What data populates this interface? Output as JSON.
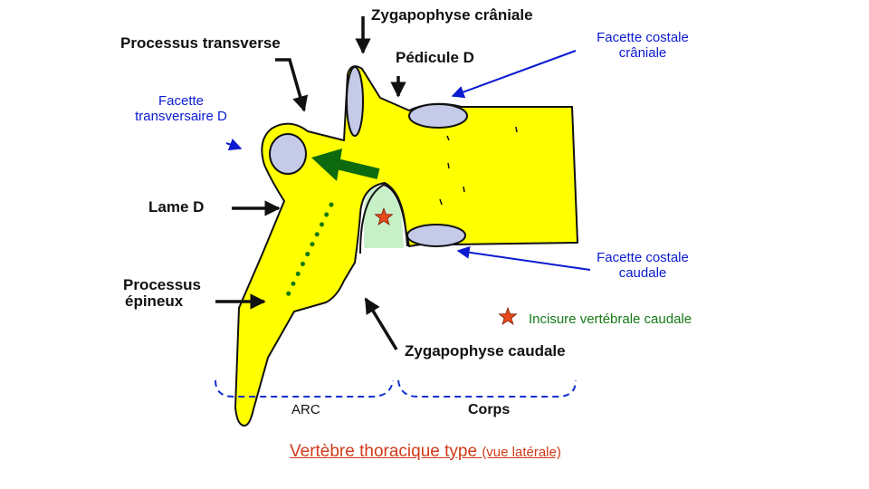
{
  "labels": {
    "zygapophyse_craniale": "Zygapophyse crâniale",
    "processus_transverse": "Processus transverse",
    "pedicule": "Pédicule D",
    "facette_costale_craniale_1": "Facette costale",
    "facette_costale_craniale_2": "crâniale",
    "facette_transversaire_1": "Facette",
    "facette_transversaire_2": "transversaire D",
    "lame": "Lame D",
    "processus_epineux_1": "Processus",
    "processus_epineux_2": "épineux",
    "facette_costale_caudale_1": "Facette costale",
    "facette_costale_caudale_2": "caudale",
    "incisure": "Incisure vertébrale caudale",
    "zygapophyse_caudale": "Zygapophyse caudale",
    "arc": "ARC",
    "corps": "Corps",
    "title_main": "Vertèbre thoracique type",
    "title_sub": "(vue latérale)"
  },
  "colors": {
    "bone": "#ffff00",
    "facet": "#c4cae8",
    "green_arrow": "#0e6a0e",
    "notch": "#c8f0c8",
    "star": "#e84a1c",
    "label_blue": "#0a1ad0",
    "label_green": "#157a15",
    "title_red": "#d03a1a",
    "bracket_blue": "#1030d0"
  }
}
